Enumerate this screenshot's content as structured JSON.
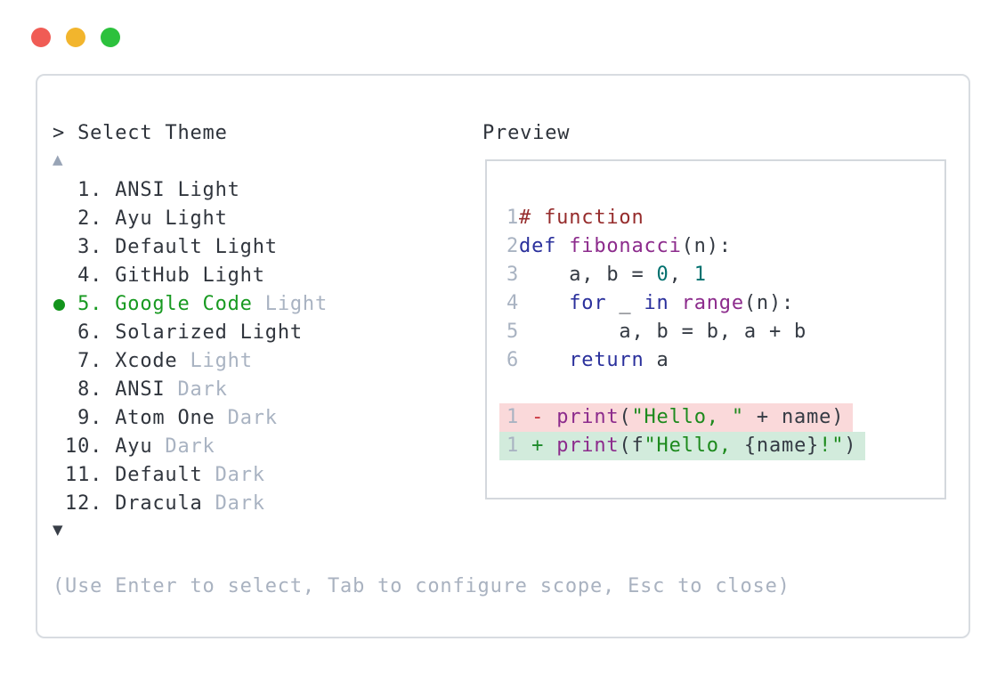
{
  "window": {
    "traffic_lights": [
      {
        "name": "close",
        "color": "#f05c55"
      },
      {
        "name": "minimize",
        "color": "#f2b52d"
      },
      {
        "name": "zoom",
        "color": "#2cc13d"
      }
    ]
  },
  "prompt": {
    "text": "> Select Theme"
  },
  "scroll": {
    "up_arrow": "▲",
    "down_arrow": "▼"
  },
  "theme_list": {
    "selected_color": "#189a21",
    "bullet_color": "#13941c",
    "muted_color": "#a9b3c2",
    "items": [
      {
        "prefix": "  ",
        "number": "1.",
        "name": "ANSI Light",
        "variant": "",
        "selected": false
      },
      {
        "prefix": "  ",
        "number": "2.",
        "name": "Ayu Light",
        "variant": "",
        "selected": false
      },
      {
        "prefix": "  ",
        "number": "3.",
        "name": "Default Light",
        "variant": "",
        "selected": false
      },
      {
        "prefix": "  ",
        "number": "4.",
        "name": "GitHub Light",
        "variant": "",
        "selected": false
      },
      {
        "prefix": "  ",
        "number": "5.",
        "name": "Google Code",
        "variant": "Light",
        "selected": true
      },
      {
        "prefix": "  ",
        "number": "6.",
        "name": "Solarized Light",
        "variant": "",
        "selected": false
      },
      {
        "prefix": "  ",
        "number": "7.",
        "name": "Xcode",
        "variant": "Light",
        "selected": false
      },
      {
        "prefix": "  ",
        "number": "8.",
        "name": "ANSI",
        "variant": "Dark",
        "selected": false
      },
      {
        "prefix": "  ",
        "number": "9.",
        "name": "Atom One",
        "variant": "Dark",
        "selected": false
      },
      {
        "prefix": " ",
        "number": "10.",
        "name": "Ayu",
        "variant": "Dark",
        "selected": false
      },
      {
        "prefix": " ",
        "number": "11.",
        "name": "Default",
        "variant": "Dark",
        "selected": false
      },
      {
        "prefix": " ",
        "number": "12.",
        "name": "Dracula",
        "variant": "Dark",
        "selected": false
      }
    ]
  },
  "footer": {
    "hint": "(Use Enter to select, Tab to configure scope, Esc to close)"
  },
  "preview": {
    "title": "Preview",
    "syntax_colors": {
      "comment": "#962c2c",
      "keyword": "#2a309c",
      "function": "#8c2b8c",
      "literal": "#00706e",
      "string": "#1d8a1d",
      "plain": "#343a43",
      "line_number": "#a9b3c2",
      "diff_del_bg": "#fad9da",
      "diff_add_bg": "#d2ebdc"
    },
    "code_lines": [
      {
        "num": "1",
        "tokens": [
          [
            "comment",
            "# function"
          ]
        ]
      },
      {
        "num": "2",
        "tokens": [
          [
            "keyword",
            "def"
          ],
          [
            "plain",
            " "
          ],
          [
            "function",
            "fibonacci"
          ],
          [
            "plain",
            "(n):"
          ]
        ]
      },
      {
        "num": "3",
        "tokens": [
          [
            "plain",
            "    a, b = "
          ],
          [
            "literal",
            "0"
          ],
          [
            "plain",
            ", "
          ],
          [
            "literal",
            "1"
          ]
        ]
      },
      {
        "num": "4",
        "tokens": [
          [
            "plain",
            "    "
          ],
          [
            "keyword",
            "for"
          ],
          [
            "plain",
            " _ "
          ],
          [
            "keyword",
            "in"
          ],
          [
            "plain",
            " "
          ],
          [
            "function",
            "range"
          ],
          [
            "plain",
            "(n):"
          ]
        ]
      },
      {
        "num": "5",
        "tokens": [
          [
            "plain",
            "        a, b = b, a + b"
          ]
        ]
      },
      {
        "num": "6",
        "tokens": [
          [
            "plain",
            "    "
          ],
          [
            "keyword",
            "return"
          ],
          [
            "plain",
            " a"
          ]
        ]
      },
      {
        "blank": true
      },
      {
        "num": "1",
        "diff": "del",
        "tokens": [
          [
            "diff-del",
            " - "
          ],
          [
            "function",
            "print"
          ],
          [
            "plain",
            "("
          ],
          [
            "string",
            "\"Hello, \""
          ],
          [
            "plain",
            " + name)"
          ]
        ]
      },
      {
        "num": "1",
        "diff": "add",
        "tokens": [
          [
            "diff-add",
            " + "
          ],
          [
            "function",
            "print"
          ],
          [
            "plain",
            "(f"
          ],
          [
            "string",
            "\"Hello, "
          ],
          [
            "plain",
            "{name}"
          ],
          [
            "string",
            "!\""
          ],
          [
            "plain",
            ")"
          ]
        ]
      }
    ]
  }
}
